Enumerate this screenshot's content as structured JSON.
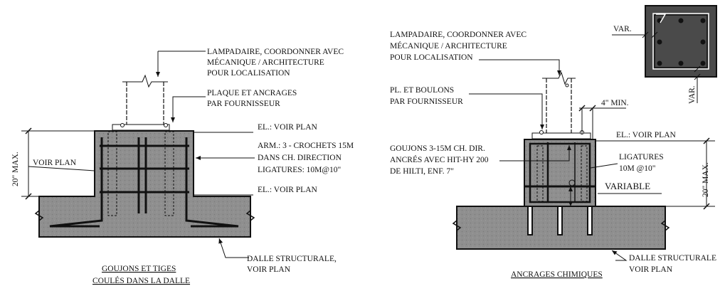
{
  "left_detail": {
    "lamp_note": [
      "LAMPADAIRE, COORDONNER AVEC",
      "MÉCANIQUE / ARCHITECTURE",
      "POUR LOCALISATION"
    ],
    "plate_note": [
      "PLAQUE ET ANCRAGES",
      "PAR FOURNISSEUR"
    ],
    "el_top": "EL.: VOIR PLAN",
    "rebar_note": [
      "ARM.: 3 - CROCHETS 15M",
      "DANS CH. DIRECTION",
      "LIGATURES: 10M@10\""
    ],
    "voir_plan": "VOIR PLAN",
    "el_bottom": "EL.: VOIR PLAN",
    "dim_height": "20\" MAX.",
    "slab_note": [
      "DALLE STRUCTURALE,",
      "VOIR PLAN"
    ],
    "title": [
      "GOUJONS ET TIGES",
      "COULÉS DANS LA DALLE"
    ]
  },
  "right_detail": {
    "lamp_note": [
      "LAMPADAIRE, COORDONNER AVEC",
      "MÉCANIQUE / ARCHITECTURE",
      "POUR LOCALISATION"
    ],
    "plate_note": [
      "PL. ET BOULONS",
      "PAR FOURNISSEUR"
    ],
    "min_dim": "4\" MIN.",
    "el_top": "EL.: VOIR PLAN",
    "dowel_note": [
      "GOUJONS 3-15M CH. DIR.",
      "ANCRÉS AVEC HIT-HY 200",
      "DE HILTI, ENF. 7\""
    ],
    "ties_note": [
      "LIGATURES",
      "10M @10\""
    ],
    "variable": "VARIABLE",
    "dim_height": "20\" MAX.",
    "slab_note": [
      "DALLE STRUCTURALE",
      "VOIR PLAN"
    ],
    "title": "ANCRAGES CHIMIQUES",
    "section_var_h": "VAR.",
    "section_var_v": "VAR."
  }
}
